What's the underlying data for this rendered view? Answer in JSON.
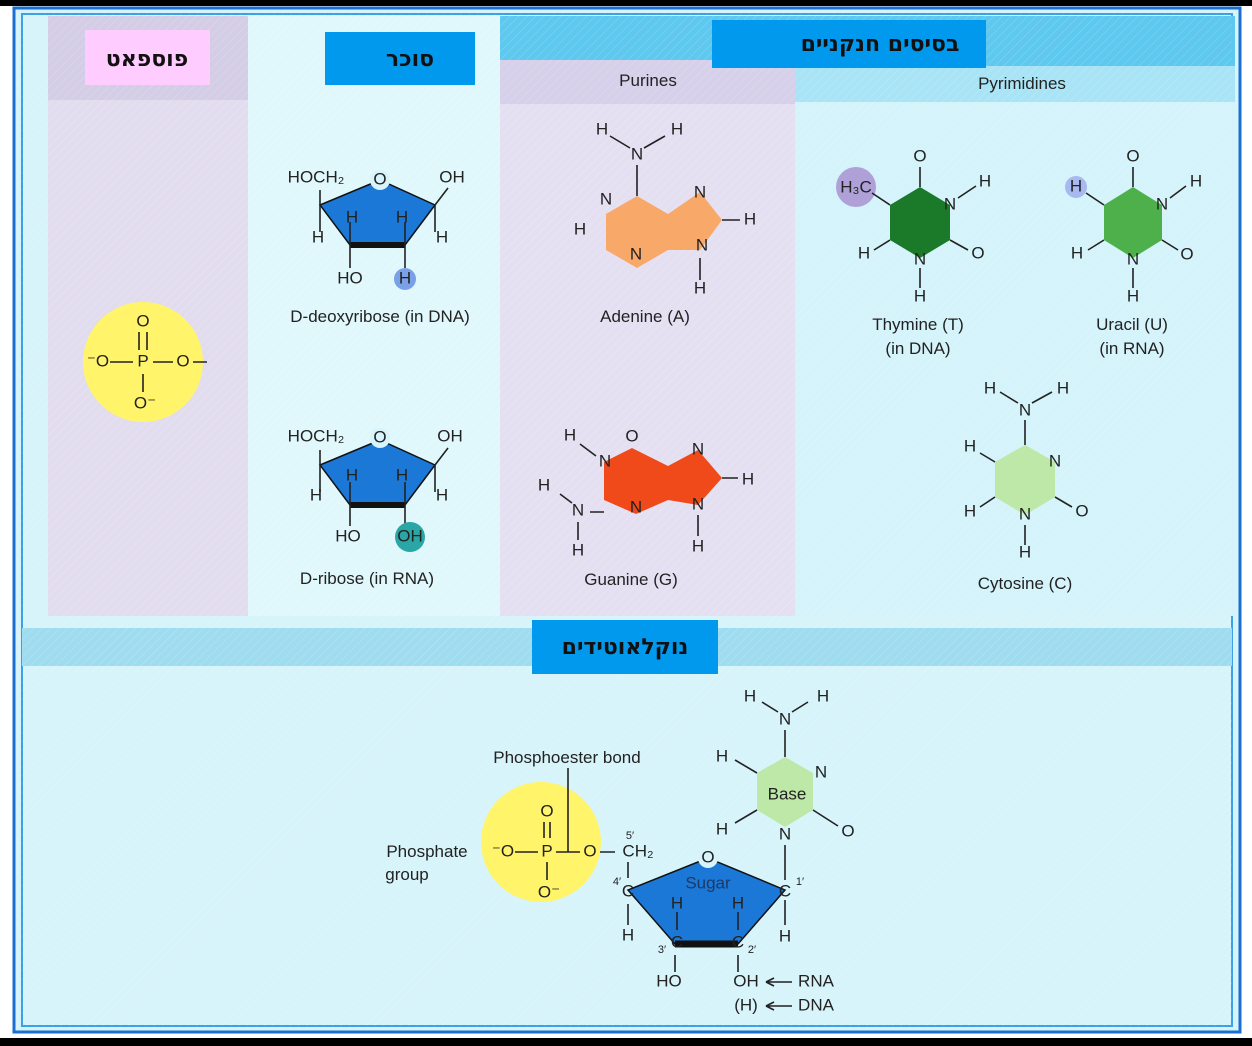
{
  "headers": {
    "phosphate": "פוספאט",
    "sugar": "סוכר",
    "bases": "בסיסים חנקניים",
    "purines": "Purines",
    "pyrimidines": "Pyrimidines",
    "nucleotides": "נוקלאוטידים"
  },
  "names": {
    "deoxyribose": "D-deoxyribose (in DNA)",
    "ribose": "D-ribose (in RNA)",
    "adenine": "Adenine (A)",
    "guanine": "Guanine (G)",
    "thymine": "Thymine (T)",
    "thymine_note": "(in DNA)",
    "uracil": "Uracil (U)",
    "uracil_note": "(in RNA)",
    "cytosine": "Cytosine (C)"
  },
  "atoms": {
    "phosphate": [
      "O",
      "P",
      "O⁻",
      "⁻O",
      "O"
    ],
    "deoxyribose": [
      "HOCH₂",
      "O",
      "OH",
      "H",
      "H",
      "H",
      "H",
      "HO",
      "H"
    ],
    "ribose": [
      "HOCH₂",
      "O",
      "OH",
      "H",
      "H",
      "H",
      "H",
      "HO",
      "OH"
    ],
    "adenine": [
      "N",
      "H",
      "H",
      "N",
      "N",
      "N",
      "N",
      "H",
      "H",
      "H"
    ],
    "guanine": [
      "O",
      "N",
      "H",
      "N",
      "H",
      "H",
      "N",
      "N",
      "N",
      "H",
      "H"
    ],
    "thymine": [
      "O",
      "N",
      "H",
      "O",
      "N",
      "H",
      "H",
      "H₃C"
    ],
    "uracil": [
      "O",
      "N",
      "H",
      "O",
      "N",
      "H",
      "H",
      "H"
    ],
    "cytosine": [
      "N",
      "H",
      "H",
      "N",
      "O",
      "N",
      "H",
      "H",
      "H"
    ]
  },
  "nucleotide": {
    "phosphoester_bond": "Phosphoester bond",
    "phosphate_group_line1": "Phosphate",
    "phosphate_group_line2": "group",
    "base_label": "Base",
    "sugar_label": "Sugar",
    "phosphate_atoms": [
      "O",
      "P",
      "O⁻",
      "⁻O",
      "O",
      "CH₂"
    ],
    "primes": [
      "5′",
      "4′",
      "3′",
      "2′",
      "1′"
    ],
    "sugar_atoms": [
      "O",
      "C",
      "C",
      "C",
      "C",
      "H",
      "H",
      "H",
      "H",
      "HO",
      "OH",
      "(H)"
    ],
    "base_atoms": [
      "N",
      "H",
      "H",
      "N",
      "O",
      "N",
      "H",
      "H"
    ],
    "rna": "RNA",
    "dna": "DNA"
  },
  "colors": {
    "background": "#d6f4fa",
    "phosphate_column": "#e2dcef",
    "header_blue": "#0099ee",
    "phosphate_label": "#ffccff",
    "yellow": "#fff46a",
    "sugar_blue": "#1b78d6",
    "adenine": "#f8a868",
    "guanine": "#f04a1a",
    "thymine": "#1a7a2a",
    "uracil": "#4eb04a",
    "cytosine": "#bde8a8"
  }
}
